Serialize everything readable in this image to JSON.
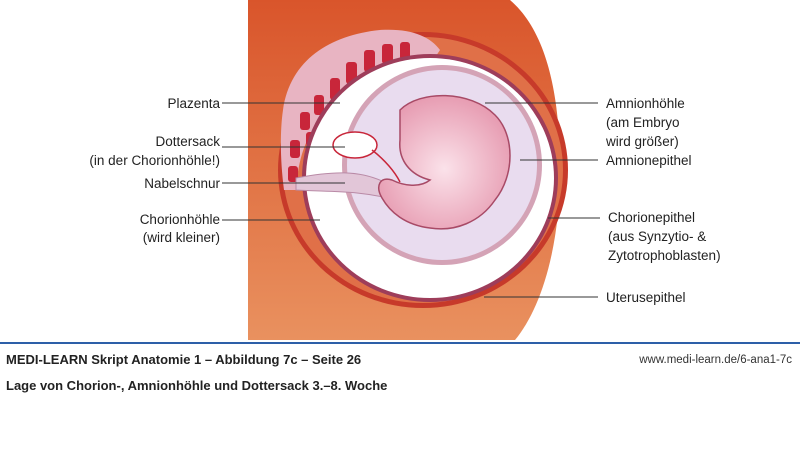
{
  "labels": {
    "plazenta": "Plazenta",
    "dottersack": "Dottersack",
    "dottersack_note": "(in der Chorionhöhle!)",
    "nabelschnur": "Nabelschnur",
    "chorionhoehle": "Chorionhöhle",
    "chorionhoehle_note": "(wird kleiner)",
    "amnionhoehle": "Amnionhöhle",
    "amnionhoehle_note1": "(am Embryo",
    "amnionhoehle_note2": "wird größer)",
    "amnionepithel": "Amnionepithel",
    "chorionepithel": "Chorionepithel",
    "chorionepithel_note1": "(aus Synzytio- &",
    "chorionepithel_note2": "Zytotrophoblasten)",
    "uterusepithel": "Uterusepithel"
  },
  "caption": {
    "title": "MEDI-LEARN Skript Anatomie 1 – Abbildung 7c – Seite 26",
    "url": "www.medi-learn.de/6-ana1-7c",
    "subtitle": "Lage von Chorion-, Amnionhöhle und Dottersack 3.–8. Woche"
  },
  "colors": {
    "uterus_dark": "#d9552b",
    "uterus_light": "#e88a5c",
    "placenta_red": "#c8263a",
    "amnion_pink": "#e9a6b8",
    "embryo_pink": "#efb3c4",
    "chorion_lavender": "#d9cfe6",
    "accent_blue": "#2d5fa8"
  }
}
